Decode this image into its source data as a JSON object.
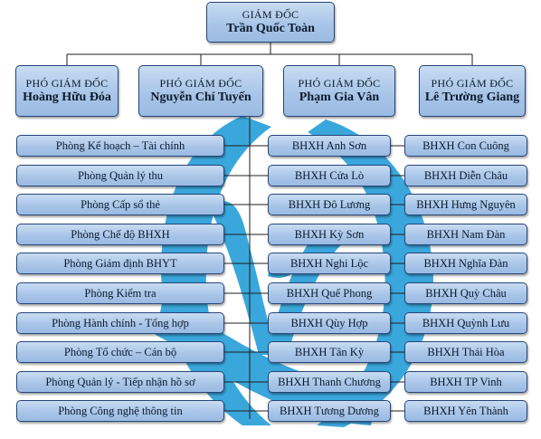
{
  "director": {
    "role": "GIÁM ĐỐC",
    "name": "Trần Quốc Toàn"
  },
  "deputies": [
    {
      "role": "PHÓ GIÁM ĐỐC",
      "name": "Hoàng Hữu Đóa"
    },
    {
      "role": "PHÓ GIÁM ĐỐC",
      "name": "Nguyễn Chí Tuyến"
    },
    {
      "role": "PHÓ GIÁM ĐỐC",
      "name": "Phạm Gia Vân"
    },
    {
      "role": "PHÓ GIÁM ĐỐC",
      "name": "Lê Trường Giang"
    }
  ],
  "departments": [
    "Phòng Kế hoạch – Tài chính",
    "Phòng Quản lý thu",
    "Phòng Cấp sổ thẻ",
    "Phòng Chế độ BHXH",
    "Phòng Giám định BHYT",
    "Phòng Kiểm tra",
    "Phòng Hành chính - Tổng hợp",
    "Phòng Tổ chức – Cán bộ",
    "Phòng Quản lý - Tiếp nhận hồ sơ",
    "Phòng Công nghệ thông tin"
  ],
  "district_offices_col1": [
    "BHXH Anh Sơn",
    "BHXH Cửa Lò",
    "BHXH Đô Lương",
    "BHXH Kỳ Sơn",
    "BHXH Nghi Lộc",
    "BHXH Quế Phong",
    "BHXH Qùy Hợp",
    "BHXH Tân Kỳ",
    "BHXH Thanh Chương",
    "BHXH Tương Dương"
  ],
  "district_offices_col2": [
    "BHXH Con Cuông",
    "BHXH Diễn Châu",
    "BHXH Hưng Nguyên",
    "BHXH Nam Đàn",
    "BHXH Nghĩa Đàn",
    "BHXH Quỳ Châu",
    "BHXH Quỳnh Lưu",
    "BHXH Thái Hòa",
    "BHXH TP Vinh",
    "BHXH Yên Thành"
  ],
  "colors": {
    "box_fill_top": "#c9dcf2",
    "box_fill_bottom": "#9bbbe3",
    "box_border": "#24467a",
    "connector": "#1e1e1e",
    "background_logo": "#3aa7dc"
  }
}
